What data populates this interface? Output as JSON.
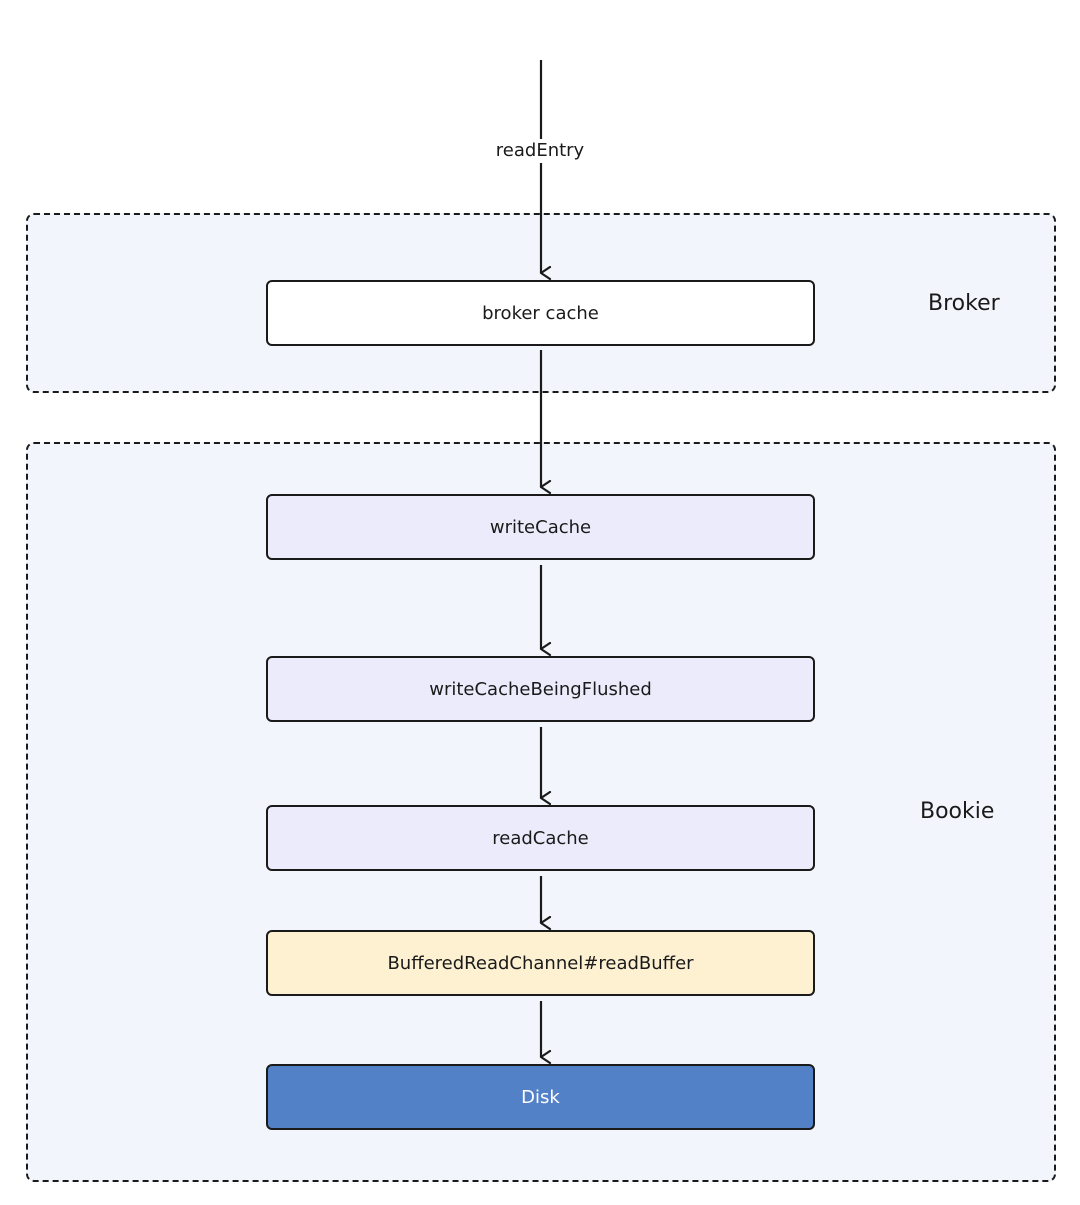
{
  "groups": {
    "broker": "Broker",
    "bookie": "Bookie"
  },
  "edge_label": "readEntry",
  "nodes": {
    "broker_cache": "broker cache",
    "write_cache": "writeCache",
    "write_cache_flushed": "writeCacheBeingFlushed",
    "read_cache": "readCache",
    "buffered_read": "BufferedReadChannel#readBuffer",
    "disk": "Disk"
  },
  "colors": {
    "group_fill": "#f2f6fc",
    "cache_fill": "#ecebfb",
    "buffer_fill": "#fdf1d2",
    "disk_fill": "#5381c8",
    "stroke": "#1a1a1a"
  }
}
